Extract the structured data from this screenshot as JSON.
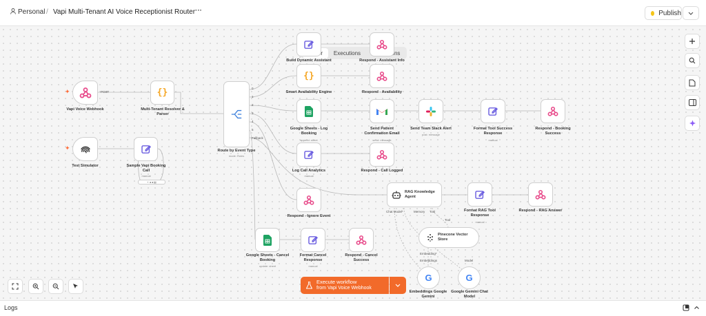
{
  "header": {
    "workspace": "Personal",
    "separator": "/",
    "workflow_title": "Vapi Multi-Tenant AI Voice Receptionist Router",
    "more": "···",
    "publish": "Publish"
  },
  "tabs": [
    {
      "label": "Editor",
      "active": true
    },
    {
      "label": "Executions",
      "active": false
    },
    {
      "label": "Evaluations",
      "active": false
    }
  ],
  "nodes": {
    "vapi_webhook": {
      "label": "Vapi Voice Webhook",
      "port": "POST",
      "icon": "webhook-icon"
    },
    "test_simulator": {
      "label": "Test Simulator",
      "icon": "fingerprint-icon"
    },
    "resolver": {
      "label": "Multi-Tenant Resolver &\nParser",
      "icon": "code-braces-icon"
    },
    "sample_call": {
      "label": "Sample Vapi Booking\nCall",
      "sub": "manual",
      "toolbar": "+ ◂ ◂ ▤",
      "icon": "pen-edit-icon"
    },
    "router": {
      "label": "Route by Event Type",
      "sub": "mode: Rules",
      "icon": "switch-icon",
      "outputs": [
        "0",
        "1",
        "2",
        "3",
        "4",
        "5",
        "Fallback"
      ]
    },
    "build_assistant": {
      "label": "Build Dynamic Assistant",
      "icon": "pen-edit-icon"
    },
    "availability_engine": {
      "label": "Smart Availability Engine",
      "icon": "code-braces-icon"
    },
    "sheets_log": {
      "label": "Google Sheets - Log\nBooking",
      "sub": "append: sheet",
      "icon": "sheets-icon"
    },
    "log_analytics": {
      "label": "Log Call Analytics",
      "sub": "manual",
      "icon": "pen-edit-icon"
    },
    "respond_ignore": {
      "label": "Respond - Ignore Event",
      "icon": "webhook-icon"
    },
    "sheets_cancel": {
      "label": "Google Sheets - Cancel\nBooking",
      "sub": "update: sheet",
      "icon": "sheets-icon"
    },
    "format_cancel": {
      "label": "Format Cancel\nResponse",
      "sub": "manual",
      "icon": "pen-edit-icon"
    },
    "respond_cancel": {
      "label": "Respond - Cancel\nSuccess",
      "icon": "webhook-icon"
    },
    "respond_assistant": {
      "label": "Respond - Assistant Info",
      "icon": "webhook-icon"
    },
    "respond_availability": {
      "label": "Respond - Availability",
      "icon": "webhook-icon"
    },
    "gmail": {
      "label": "Send Patient\nConfirmation Email",
      "sub": "send: message",
      "icon": "gmail-icon"
    },
    "slack": {
      "label": "Send Team Slack Alert",
      "sub": "post: message",
      "icon": "slack-icon"
    },
    "format_tool": {
      "label": "Format Tool Success\nResponse",
      "sub": "manual",
      "icon": "pen-edit-icon"
    },
    "respond_booking": {
      "label": "Respond - Booking\nSuccess",
      "icon": "webhook-icon"
    },
    "respond_logged": {
      "label": "Respond - Call Logged",
      "icon": "webhook-icon"
    },
    "rag_agent": {
      "label": "RAG Knowledge\nAgent",
      "icon": "robot-icon",
      "ports": [
        "Chat Model*",
        "Memory",
        "Tool"
      ]
    },
    "format_rag": {
      "label": "Format RAG Tool\nResponse",
      "sub": "manual",
      "icon": "pen-edit-icon"
    },
    "respond_rag": {
      "label": "Respond - RAG Answer",
      "icon": "webhook-icon"
    },
    "pinecone": {
      "label": "Pinecone Vector\nStore",
      "icon": "pinecone-icon",
      "top_port": "Tool",
      "bottom_port": "Embedding*"
    },
    "embeddings": {
      "label": "Embeddings Google\nGemini",
      "port": "Embeddings",
      "icon": "google-icon"
    },
    "gemini_chat": {
      "label": "Google Gemini Chat\nModel",
      "port": "Model",
      "icon": "google-icon"
    }
  },
  "execute": {
    "line1": "Execute workflow",
    "line2": "from Vapi Voice Webhook"
  },
  "right_tools": [
    "plus-icon",
    "search-icon",
    "sticky-note-icon",
    "panel-icon",
    "sparkle-icon"
  ],
  "bottom_tools": [
    "fit-view-icon",
    "zoom-in-icon",
    "zoom-out-icon",
    "cursor-icon"
  ],
  "logs": {
    "label": "Logs"
  },
  "colors": {
    "accent": "#ff6d3a",
    "webhook": "#e84a8a",
    "edit": "#6b5ee0",
    "code": "#f5a623",
    "sheets": "#1ea362",
    "publish_dot": "#f5c518",
    "execute_btn": "#f26a2a"
  }
}
